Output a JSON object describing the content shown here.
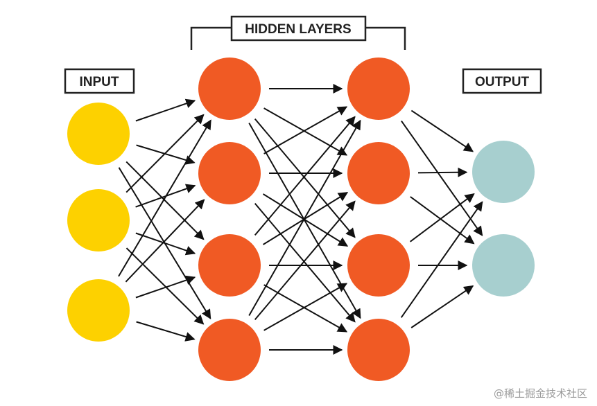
{
  "labels": {
    "input": "INPUT",
    "hidden": "HIDDEN LAYERS",
    "output": "OUTPUT"
  },
  "watermark": "@稀土掘金技术社区",
  "colors": {
    "input": "#FDD100",
    "hidden": "#F05A24",
    "output": "#A7CFCF",
    "edge": "#111111",
    "label_border": "#222222"
  },
  "network": {
    "layers": [
      {
        "name": "input",
        "nodes": 3
      },
      {
        "name": "hidden-1",
        "nodes": 4
      },
      {
        "name": "hidden-2",
        "nodes": 4
      },
      {
        "name": "output",
        "nodes": 2
      }
    ],
    "connectivity": "fully-connected"
  }
}
